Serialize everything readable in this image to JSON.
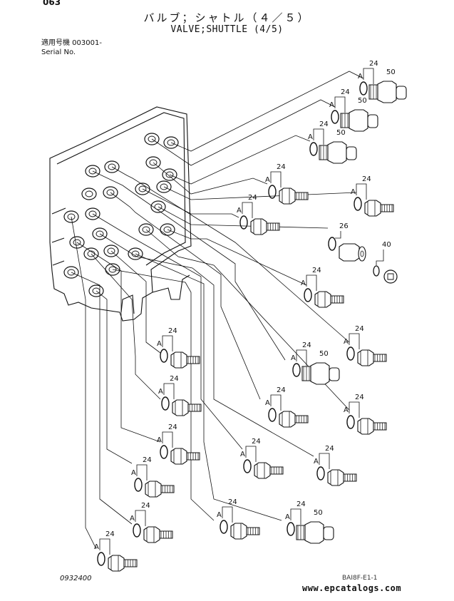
{
  "page_number": "063",
  "title_jp": "バルブ；シャトル（４／５）",
  "title_en": "VALVE;SHUTTLE (4/5)",
  "serial_label_jp": "適用号機  003001-",
  "serial_label_en": "Serial No.",
  "figure_number": "0932400",
  "watermark": "www.epcatalogs.com",
  "stamp_text": "BAI8F-E1-1",
  "callouts": {
    "oring_label": "A",
    "oring_part": "24",
    "shuttle_part": "50",
    "adapter_part": "26",
    "plug_part": "40"
  }
}
